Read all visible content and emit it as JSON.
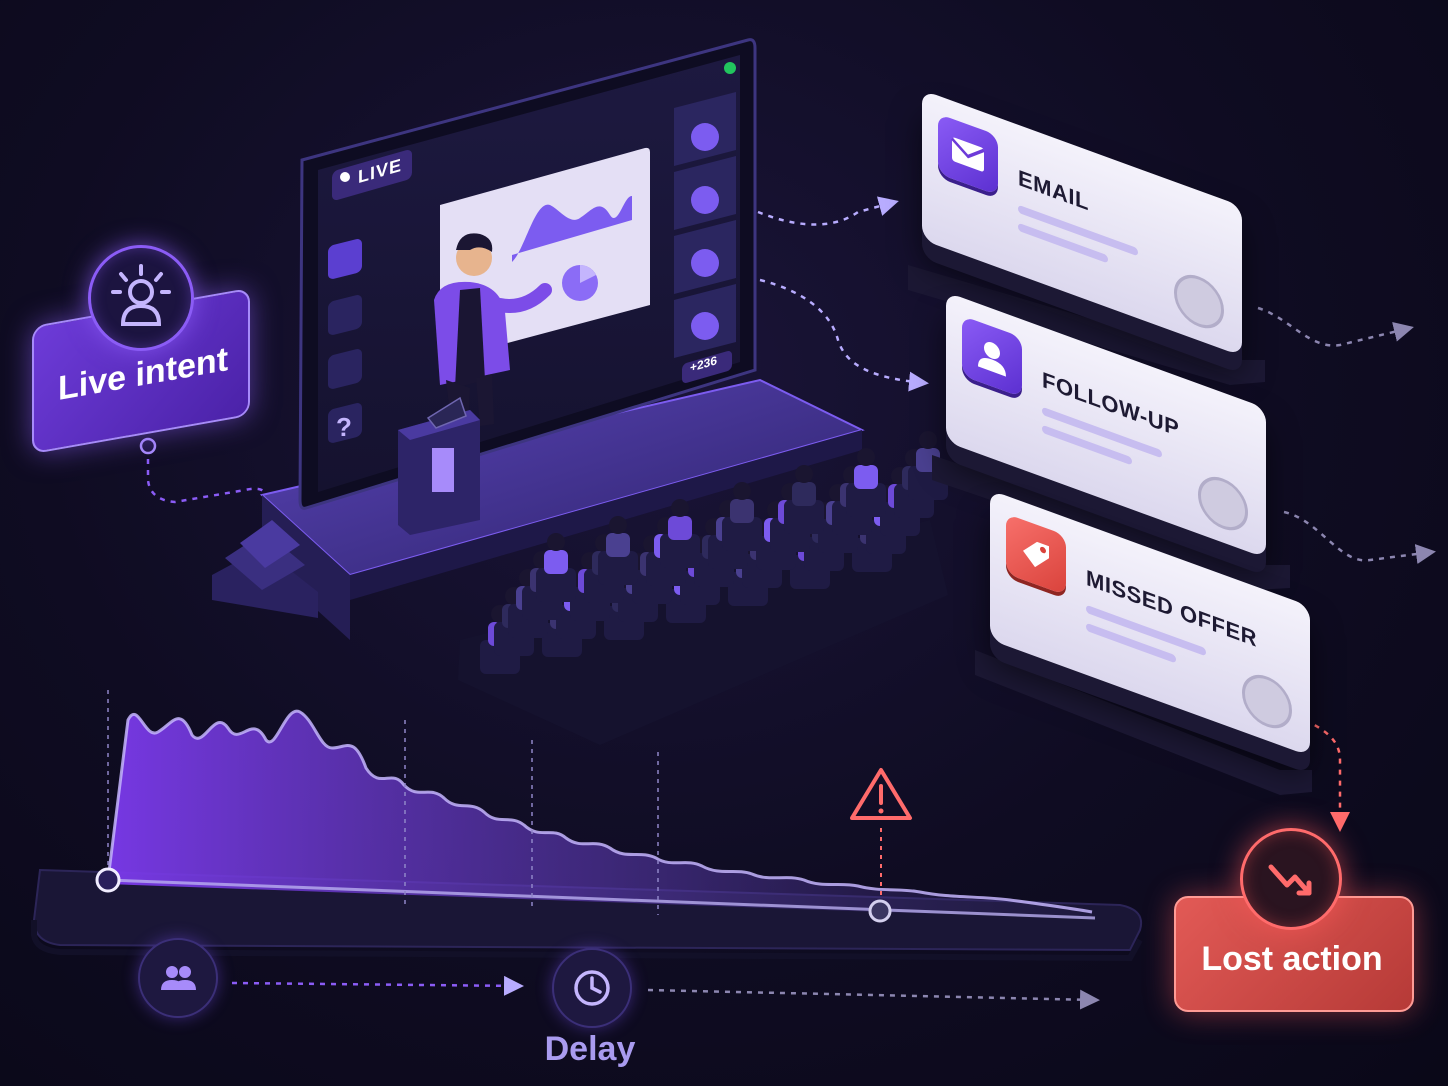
{
  "stage": {
    "live_badge": "LIVE",
    "attendee_count": "+236",
    "sidebar_icons": [
      "people-icon",
      "chat-icon",
      "bar-chart-icon",
      "question-icon"
    ],
    "status_dot_color": "#22c55e"
  },
  "intent": {
    "label": "Live intent",
    "icon": "presenter-signal-icon"
  },
  "channels": [
    {
      "title": "EMAIL",
      "icon": "envelope-icon",
      "status_icon": "clock-icon"
    },
    {
      "title": "FOLLOW-UP",
      "icon": "user-icon",
      "status_icon": "clock-icon"
    },
    {
      "title": "MISSED OFFER",
      "icon": "tag-icon",
      "status_icon": "clock-icon"
    }
  ],
  "outcome": {
    "label": "Lost action",
    "icon": "trend-down-icon",
    "warning_icon": "warning-triangle-icon"
  },
  "timeline": {
    "delay_label": "Delay",
    "start_icon": "group-icon",
    "delay_icon": "clock-icon"
  },
  "colors": {
    "accent": "#8b5cf6",
    "accent_dark": "#4b22a8",
    "danger": "#e25a56",
    "background": "#0f0c22",
    "card": "#ece9f7"
  }
}
